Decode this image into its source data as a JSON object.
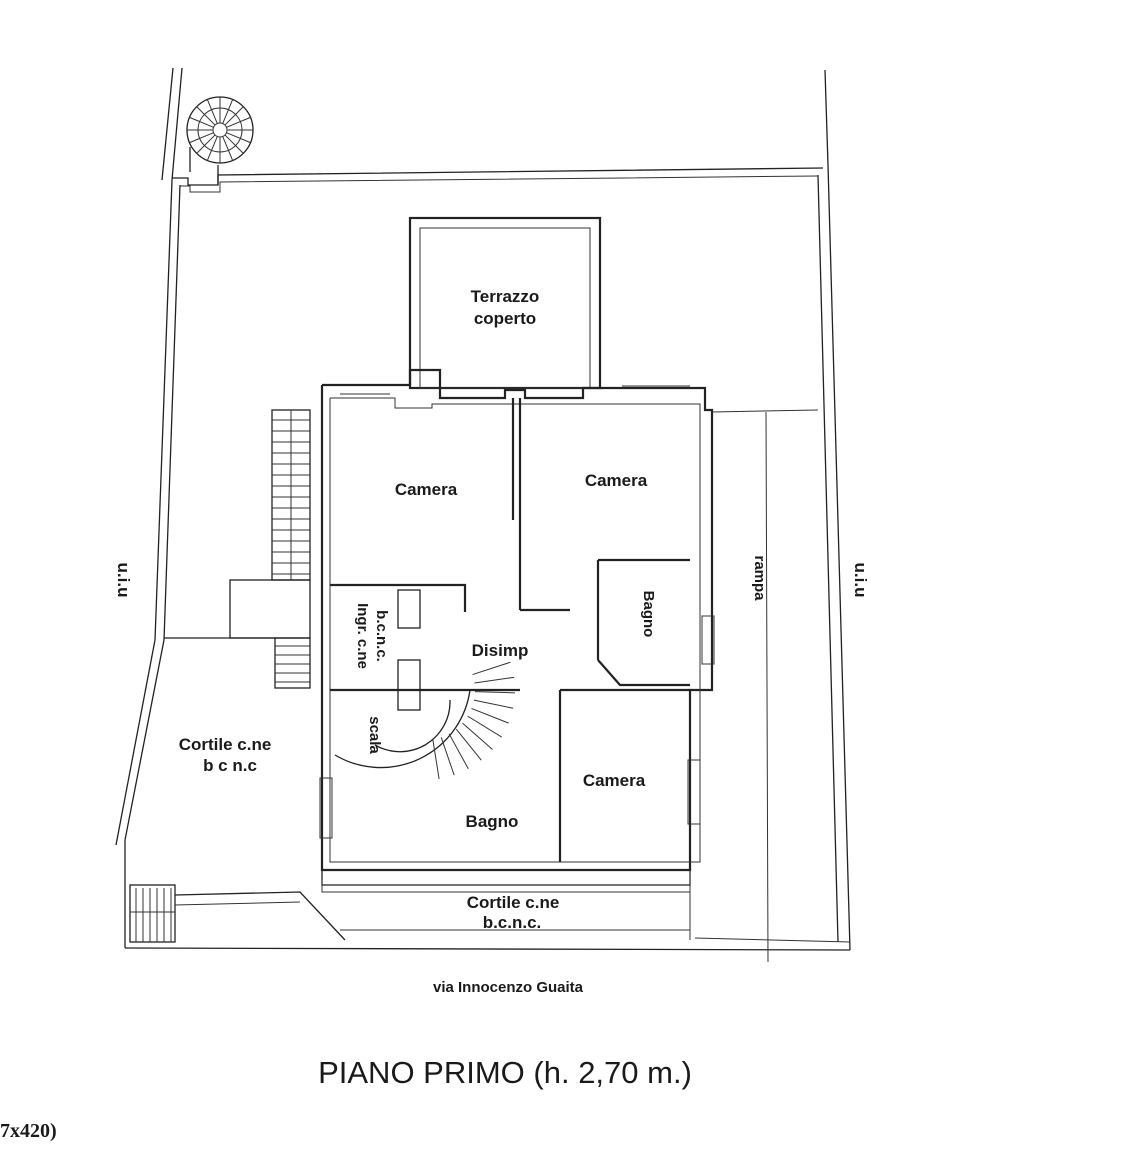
{
  "rooms": {
    "terrazzo": [
      "Terrazzo",
      "coperto"
    ],
    "camera_nw": "Camera",
    "camera_ne": "Camera",
    "disimp": "Disimp",
    "bagno_e": "Bagno",
    "ingr": [
      "Ingr. c.ne",
      "b.c.n.c."
    ],
    "scala": "scala",
    "camera_se": "Camera",
    "bagno_s": "Bagno",
    "cortile_w": [
      "Cortile c.ne",
      "b c n.c"
    ],
    "cortile_s": [
      "Cortile c.ne",
      "b.c.n.c."
    ],
    "rampa": "rampa"
  },
  "side_labels": {
    "left": "u.i.u",
    "right": "u.i.u"
  },
  "street": "via Innocenzo Guaita",
  "title": "PIANO PRIMO (h. 2,70 m.)",
  "footnote": "7x420)"
}
